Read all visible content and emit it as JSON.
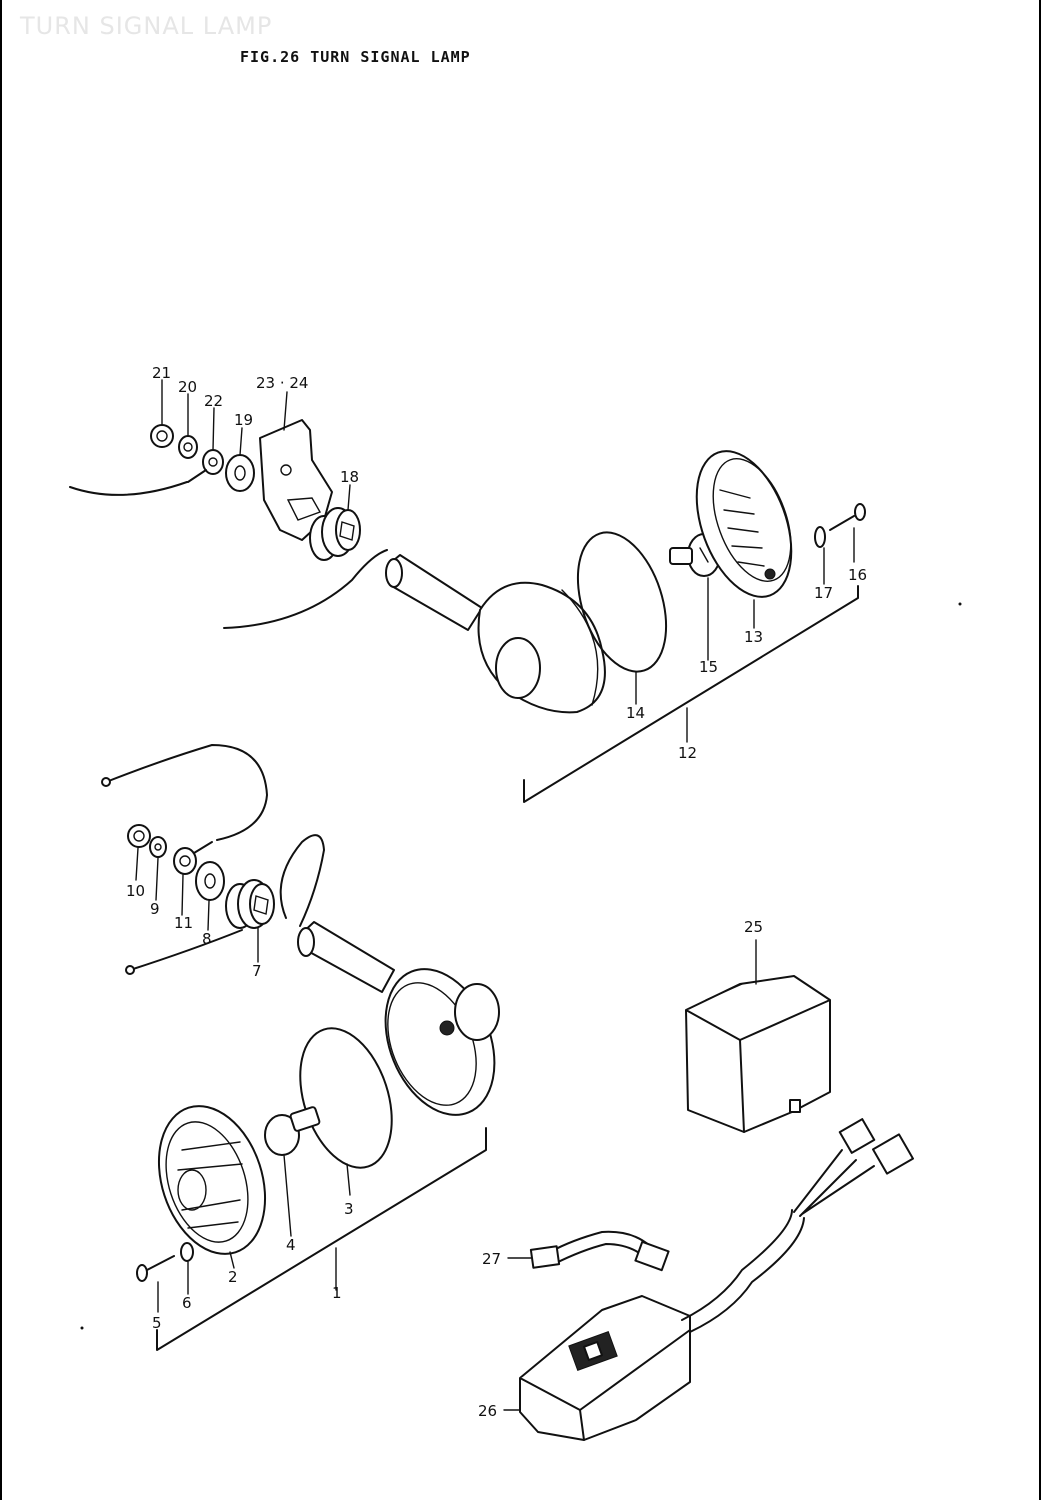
{
  "header": {
    "watermark": "TURN SIGNAL LAMP",
    "title": "FIG.26  TURN SIGNAL LAMP"
  },
  "callouts": {
    "c1": "1",
    "c2": "2",
    "c3": "3",
    "c4": "4",
    "c5": "5",
    "c6": "6",
    "c7": "7",
    "c8": "8",
    "c9": "9",
    "c10": "10",
    "c11": "11",
    "c12": "12",
    "c13": "13",
    "c14": "14",
    "c15": "15",
    "c16": "16",
    "c17": "17",
    "c18": "18",
    "c19": "19",
    "c20": "20",
    "c21": "21",
    "c22": "22",
    "c23_24": "23 · 24",
    "c25": "25",
    "c26": "26",
    "c27": "27"
  }
}
